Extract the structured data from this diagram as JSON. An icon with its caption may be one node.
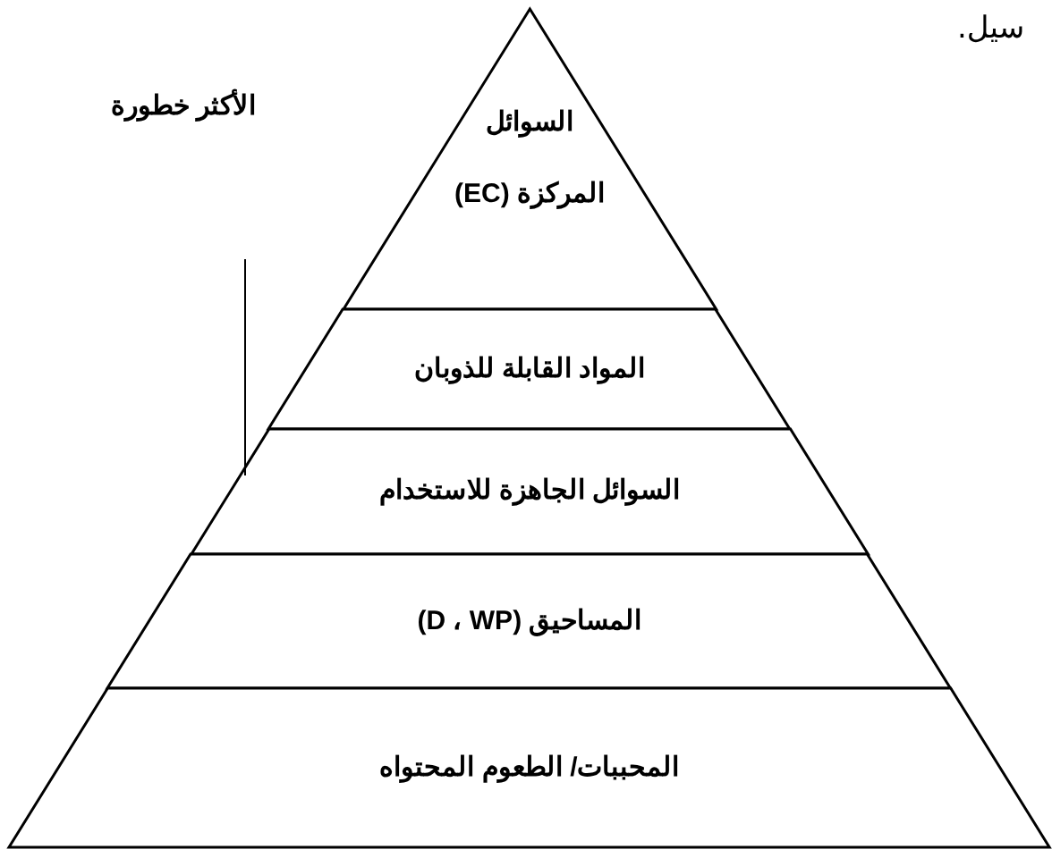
{
  "diagram": {
    "nodes": [
      {
        "text": [
          "السوائل المركزة (EC)"
        ]
      },
      {
        "text": [
          "المواد القابلة للذوبان"
        ]
      },
      {
        "text": [
          "السوائل الجاهزة للاستخدام"
        ]
      },
      {
        "text": [
          "المساحيق (D ، WP)"
        ]
      },
      {
        "text": [
          "المحببات/ الطعوم المحتواه"
        ]
      }
    ],
    "labels": [
      "سيل.",
      "الأكثر خطورة"
    ]
  }
}
